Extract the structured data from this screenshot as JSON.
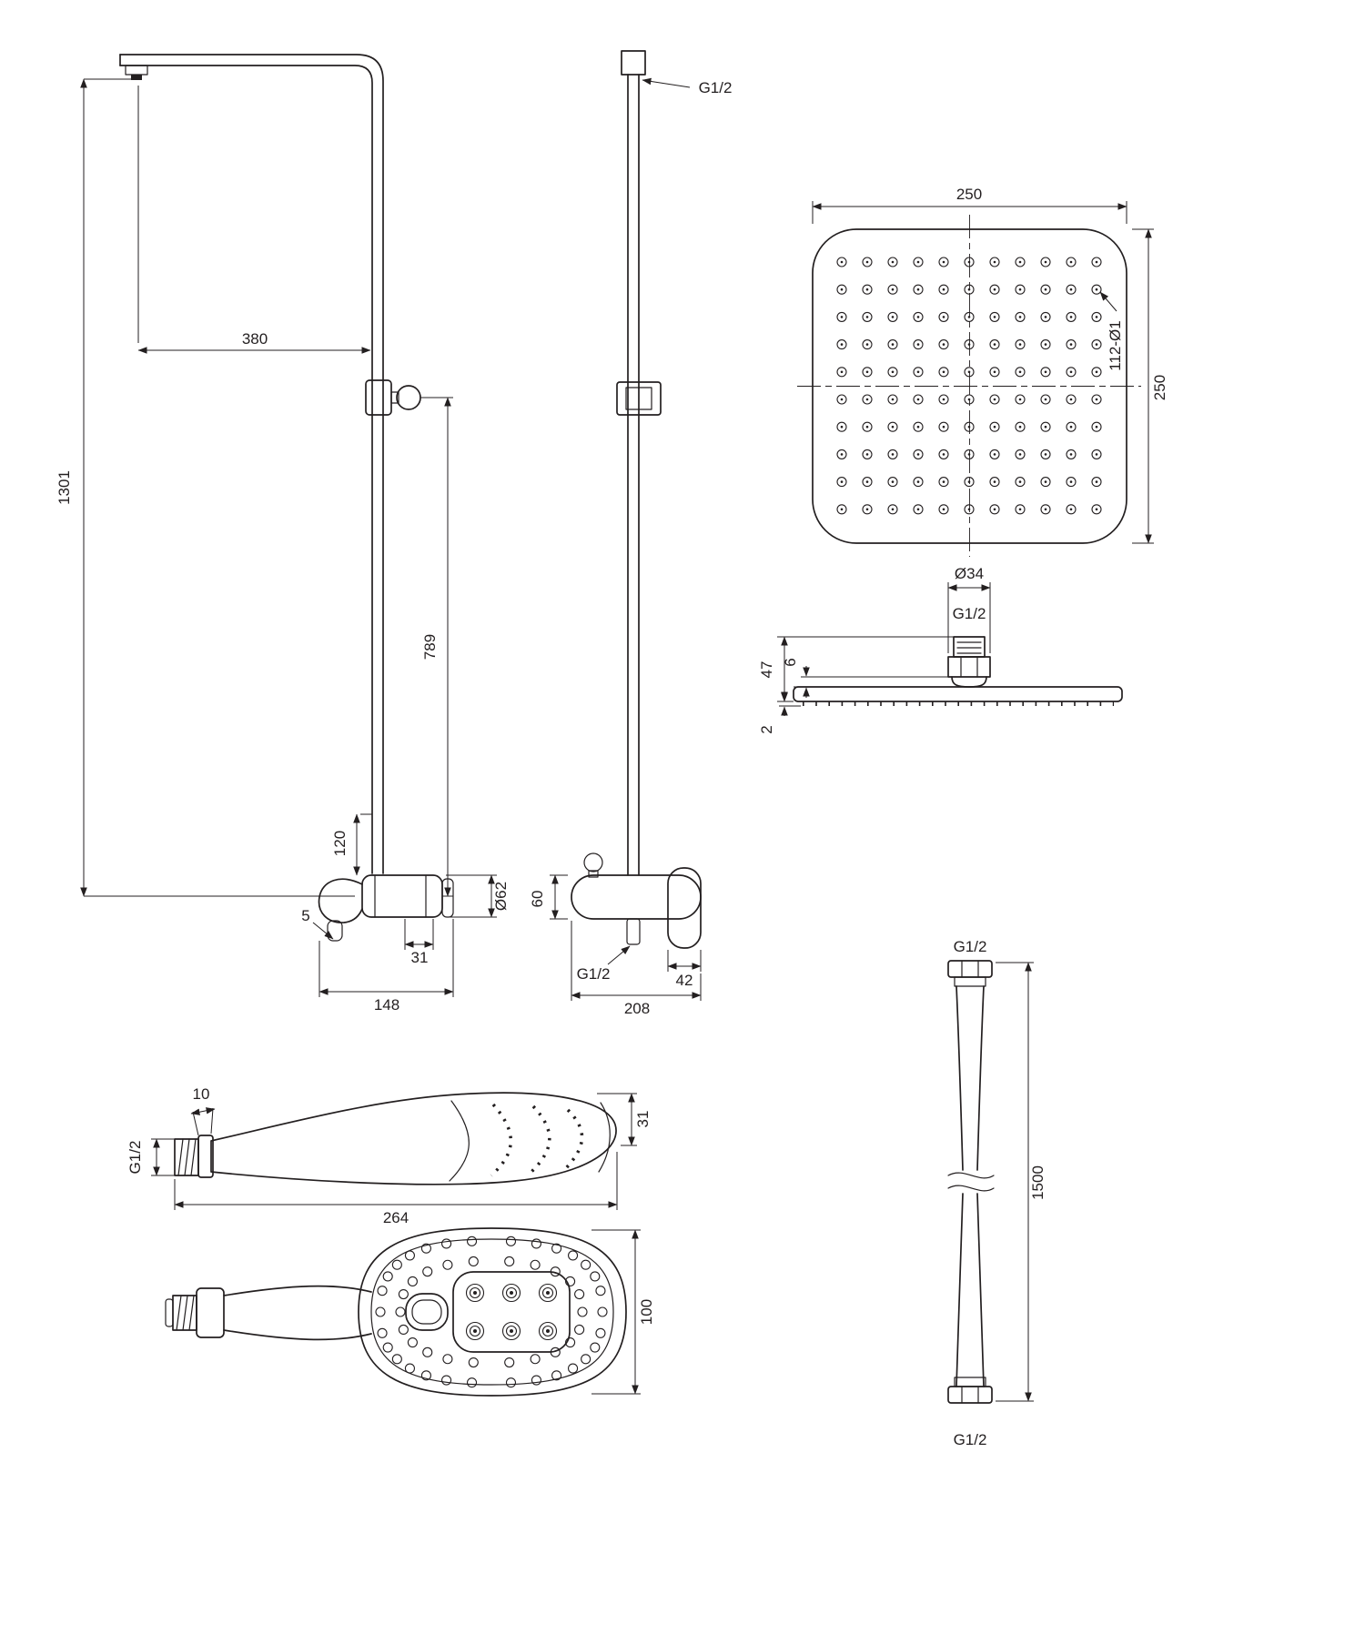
{
  "page": {
    "background": "#ffffff",
    "line_color": "#231f20"
  },
  "views": {
    "column_front": {
      "dims": {
        "overall_height": "1301",
        "arm_length": "380",
        "rail_span": "789",
        "spout_rise": "120",
        "handle_gap": "5",
        "cartridge_offset": "31",
        "body_width": "148",
        "handle_diameter": "Ø62"
      }
    },
    "column_side": {
      "dims": {
        "top_thread": "G1/2",
        "body_height": "60",
        "outlet_thread": "G1/2",
        "handle_width": "42",
        "body_depth": "208"
      }
    },
    "head_top": {
      "dims": {
        "width": "250",
        "depth": "250",
        "nozzle_count": "112-Ø1"
      },
      "nozzle_grid": {
        "rows": 10,
        "cols": 11
      }
    },
    "head_side": {
      "dims": {
        "connector_diameter": "Ø34",
        "thread": "G1/2",
        "height": "47",
        "hub_height": "6",
        "plate_thickness": "2"
      }
    },
    "hose": {
      "dims": {
        "top_thread": "G1/2",
        "length": "1500",
        "bottom_thread": "G1/2"
      }
    },
    "hand_shower_side": {
      "dims": {
        "neck_length": "10",
        "thread": "G1/2",
        "length": "264",
        "head_thickness": "31"
      }
    },
    "hand_shower_face": {
      "dims": {
        "head_width": "100"
      },
      "pattern": {
        "outer_ring": 30,
        "middle_ring": 22,
        "jet_rows": 2,
        "jet_cols": 3
      }
    }
  }
}
